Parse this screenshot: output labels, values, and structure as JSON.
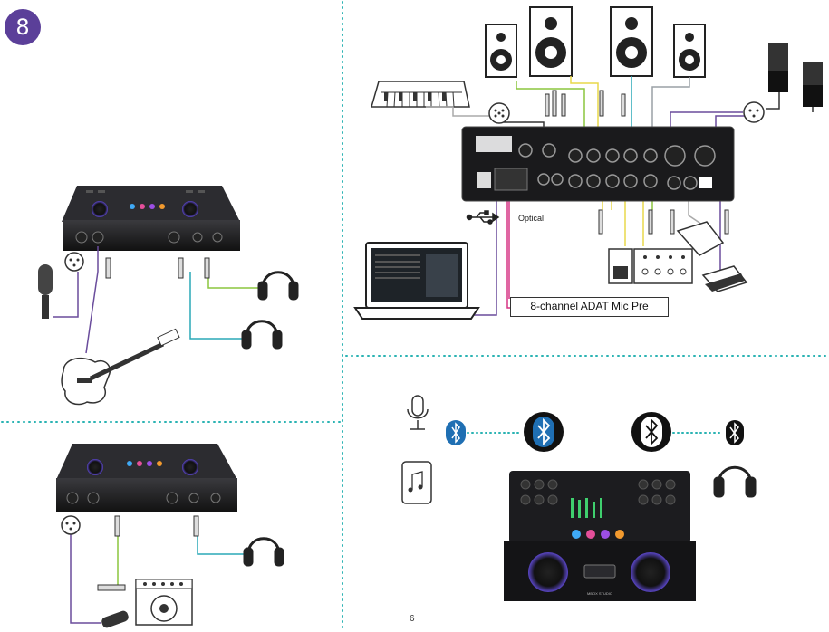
{
  "step_badge": "8",
  "labels": {
    "optical": "Optical",
    "adat_box": "8-channel ADAT Mic Pre",
    "page_number": "6"
  },
  "device_small_text": "MBOX STUDIO",
  "colors": {
    "badge": "#5b3f99",
    "divider": "#2bb3b3",
    "bluetooth": "#1f6fb3",
    "cable_purple": "#6a4c9c",
    "cable_green": "#8cc63f",
    "cable_teal": "#2aa9b7",
    "cable_pink": "#d63384",
    "cable_yellow": "#e8d84a",
    "cable_gray": "#9aa0a6"
  },
  "icons": [
    "microphone-icon",
    "guitar-icon",
    "headphones-icon",
    "speaker-icon",
    "keyboard-icon",
    "laptop-icon",
    "usb-icon",
    "bluetooth-icon",
    "tablet-icon",
    "footswitch-icon",
    "pedal-icon",
    "amp-icon",
    "xlr-icon",
    "jack-icon"
  ]
}
